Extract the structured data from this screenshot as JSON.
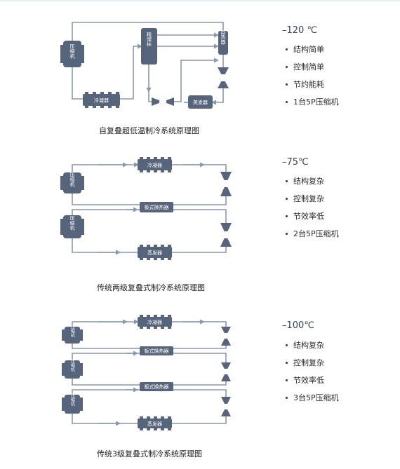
{
  "colors": {
    "component": "#56647c",
    "pipe": "#8a97ad",
    "text": "#222222"
  },
  "labels": {
    "compressor": "压缩机",
    "condenser": "冷凝器",
    "column": "精馏柱",
    "heat_exchanger": "回热器",
    "evaporator": "蒸发器",
    "plate_exchanger": "板式换热器"
  },
  "sections": [
    {
      "caption": "自复叠超低温制冷系统原理图",
      "temperature": "–120 ℃",
      "features": [
        "结构简单",
        "控制简单",
        "节约能耗",
        "1台5P压缩机"
      ]
    },
    {
      "caption": "传统两级复叠式制冷系统原理图",
      "temperature": "–75℃",
      "features": [
        "结构复杂",
        "控制复杂",
        "节效率低",
        "2台5P压缩机"
      ]
    },
    {
      "caption": "传统3级复叠式制冷系统原理图",
      "temperature": "–100℃",
      "features": [
        "结构复杂",
        "控制复杂",
        "节效率低",
        "3台5P压缩机"
      ]
    }
  ]
}
